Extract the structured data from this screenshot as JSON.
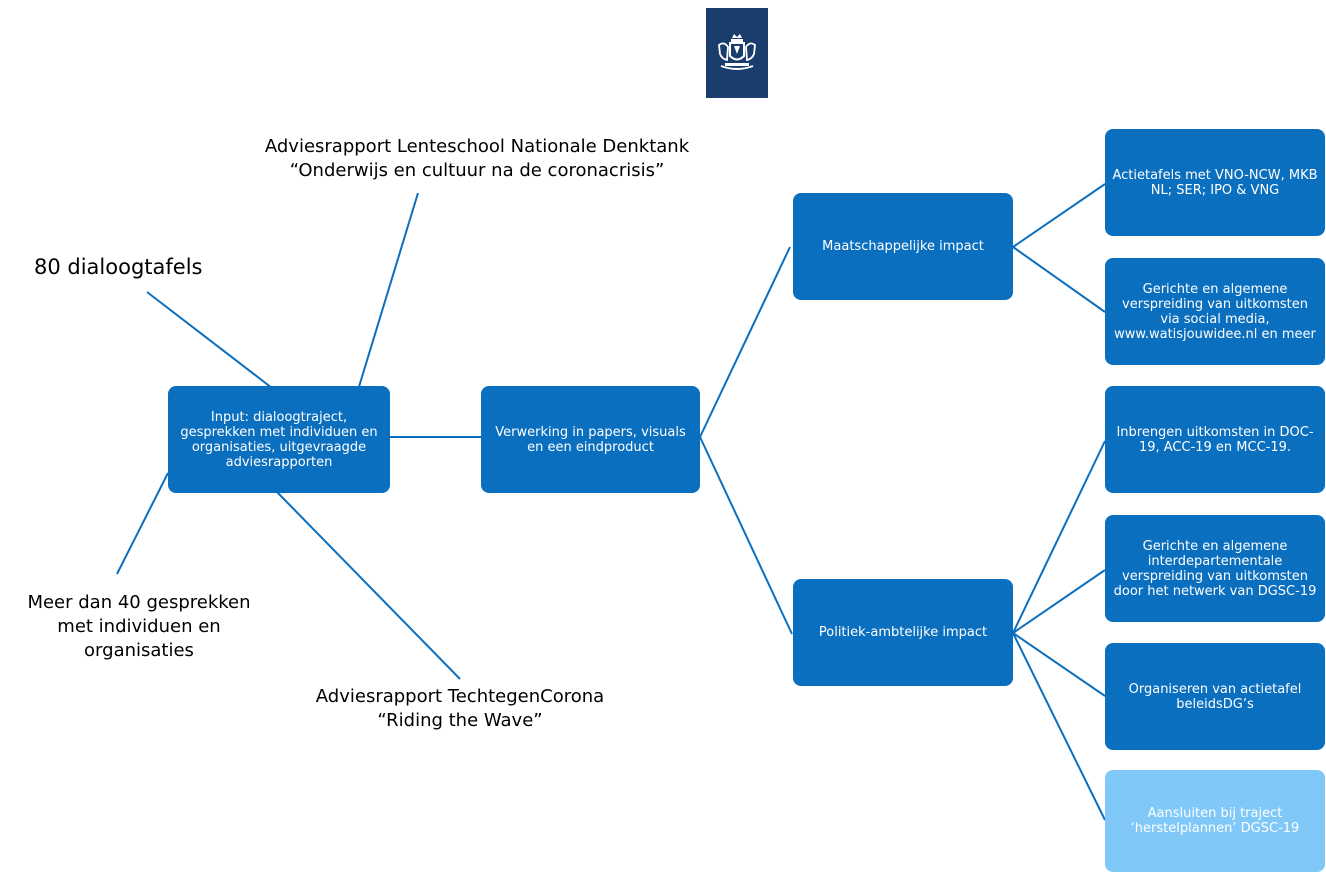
{
  "colors": {
    "box": "#0b6fbf",
    "box_light": "#7fc8f8",
    "line": "#0b6fbf",
    "logo_bg": "#1b3d6d"
  },
  "logo": {
    "icon": "coat-of-arms-icon"
  },
  "labels": {
    "lenteschool_line1": "Adviesrapport Lenteschool Nationale Denktank",
    "lenteschool_line2": "“Onderwijs en cultuur na de coronacrisis”",
    "dialoogtafels": "80 dialoogtafels",
    "gesprekken": "Meer dan 40 gesprekken met individuen en organisaties",
    "techtegencorona_line1": "Adviesrapport TechtegenCorona",
    "techtegencorona_line2": "“Riding the Wave”"
  },
  "boxes": {
    "input": "Input: dialoogtraject, gesprekken met individuen en organisaties, uitgevraagde adviesrapporten",
    "verwerking": "Verwerking in papers, visuals en een eindproduct",
    "maatschappelijk": "Maatschappelijke impact",
    "politiek": "Politiek-ambtelijke impact",
    "actietafels": "Actietafels met VNO-NCW, MKB NL; SER; IPO & VNG",
    "verspreiding_social": "Gerichte en algemene verspreiding van uitkomsten via social media, www.watisjouwidee.nl en meer",
    "inbrengen": "Inbrengen uitkomsten in DOC-19, ACC-19 en MCC-19.",
    "verspreiding_interdep": "Gerichte en algemene interdepartementale verspreiding van uitkomsten door het netwerk van DGSC-19",
    "organiseren": "Organiseren van actietafel beleidsDG’s",
    "aansluiten": "Aansluiten bij traject ‘herstelplannen’ DGSC-19"
  }
}
